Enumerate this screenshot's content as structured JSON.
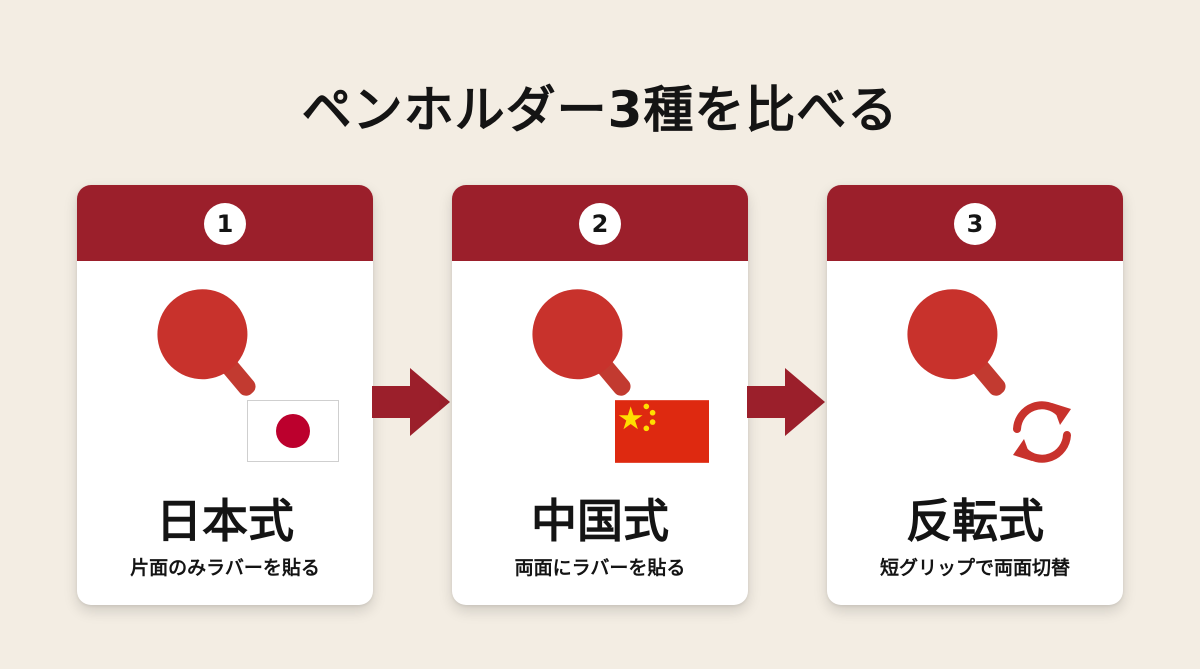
{
  "title": "ペンホルダー3種を比べる",
  "colors": {
    "header": "#9b1f2b",
    "paddle": "#c8322c",
    "handle": "#c23a30",
    "arrow": "#9b1f2b",
    "background": "#f3ede3"
  },
  "cards": [
    {
      "number": "1",
      "name": "日本式",
      "description": "片面のみラバーを貼る",
      "badge_icon": "japan-flag-icon"
    },
    {
      "number": "2",
      "name": "中国式",
      "description": "両面にラバーを貼る",
      "badge_icon": "china-flag-icon"
    },
    {
      "number": "3",
      "name": "反転式",
      "description": "短グリップで両面切替",
      "badge_icon": "swap-arrows-icon"
    }
  ]
}
